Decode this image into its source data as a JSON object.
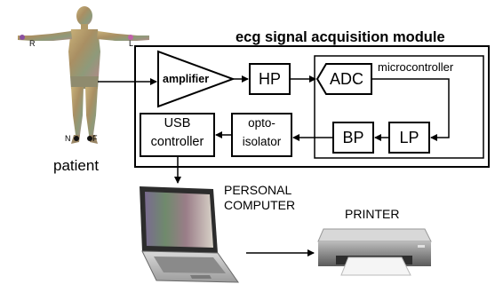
{
  "module": {
    "title": "ecg signal acquisition module"
  },
  "patient": {
    "label": "patient",
    "electrodes": [
      "R",
      "L",
      "N",
      "F"
    ]
  },
  "blocks": {
    "amplifier": "amplifier",
    "hp": "HP",
    "adc": "ADC",
    "microcontroller": "microcontroller",
    "bp": "BP",
    "lp": "LP",
    "opto": [
      "opto-",
      "isolator"
    ],
    "usb": [
      "USB",
      "controller"
    ]
  },
  "computer": {
    "label": [
      "PERSONAL",
      "COMPUTER"
    ]
  },
  "printer": {
    "label": "PRINTER"
  },
  "colors": {
    "line": "#000000",
    "background": "#ffffff",
    "skin": "#b5a06c"
  }
}
